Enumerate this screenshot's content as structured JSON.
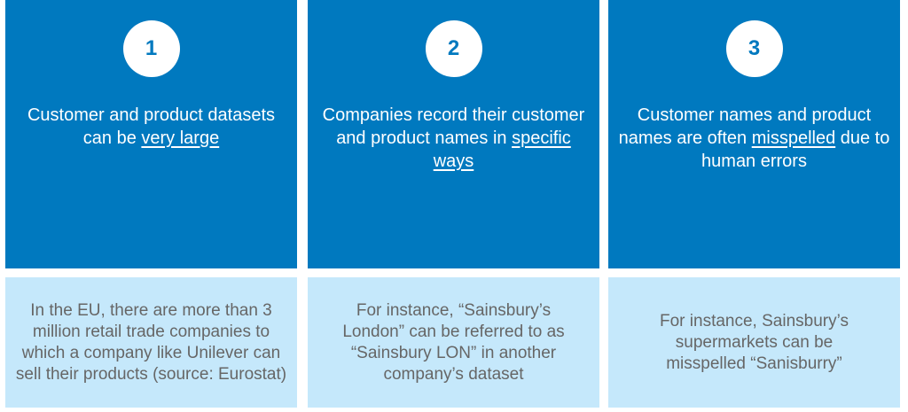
{
  "columns": [
    {
      "number": "1",
      "headline_pre": "Customer and product datasets can be ",
      "headline_emph": "very large",
      "headline_post": "",
      "detail": "In the EU, there are more than 3 million retail trade companies to which a company like Unilever can sell their products (source: Eurostat)"
    },
    {
      "number": "2",
      "headline_pre": "Companies record their customer and product names in ",
      "headline_emph": "specific ways",
      "headline_post": "",
      "detail": "For instance, “Sainsbury’s London” can be referred to as “Sainsbury LON” in another company’s dataset"
    },
    {
      "number": "3",
      "headline_pre": "Customer names and product names are often ",
      "headline_emph": "misspelled",
      "headline_post": " due to human errors",
      "detail": "For instance, Sainsbury’s supermarkets can be misspelled “Sanisburry”"
    }
  ],
  "colors": {
    "primary": "#0079bf",
    "light": "#c5e8fb",
    "detail_text": "#666666"
  }
}
